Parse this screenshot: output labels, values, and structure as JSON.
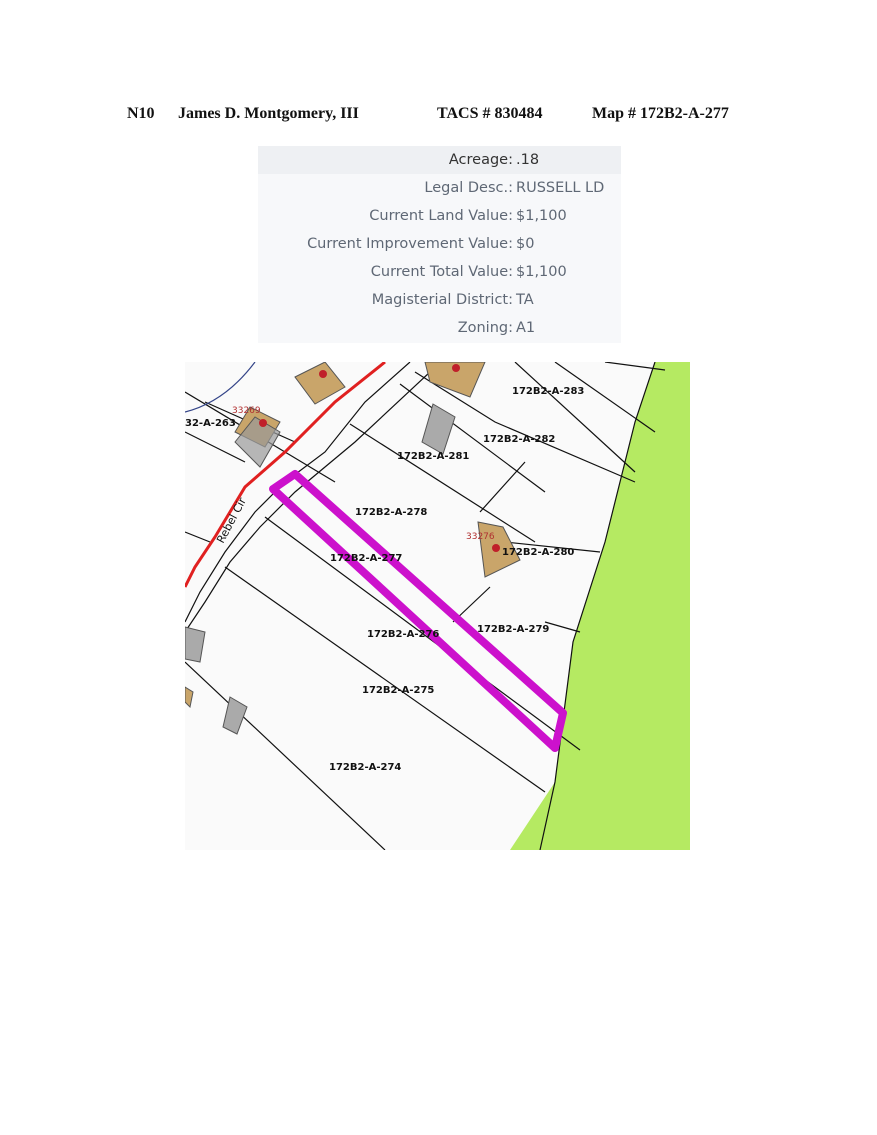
{
  "header": {
    "id": "N10",
    "owner": "James D. Montgomery, III",
    "tacs": "TACS # 830484",
    "map": "Map # 172B2-A-277"
  },
  "info": [
    {
      "label": "Acreage:",
      "value": ".18"
    },
    {
      "label": "Legal Desc.:",
      "value": "RUSSELL LD"
    },
    {
      "label": "Current Land Value:",
      "value": "$1,100"
    },
    {
      "label": "Current Improvement Value:",
      "value": "$0"
    },
    {
      "label": "Current Total Value:",
      "value": "$1,100"
    },
    {
      "label": "Magisterial District:",
      "value": "TA"
    },
    {
      "label": "Zoning:",
      "value": "A1"
    }
  ],
  "map": {
    "street": "Rebel Cir",
    "parcels": [
      "172B2-A-283",
      "172B2-A-282",
      "172B2-A-281",
      "172B2-A-278",
      "172B2-A-277",
      "172B2-A-280",
      "172B2-A-279",
      "172B2-A-276",
      "172B2-A-275",
      "172B2-A-274",
      "32-A-263"
    ],
    "addresses": [
      "33269",
      "33276"
    ],
    "highlight_color": "#cc11cc",
    "road_color": "#e02020",
    "green_color": "#b5ea62"
  }
}
